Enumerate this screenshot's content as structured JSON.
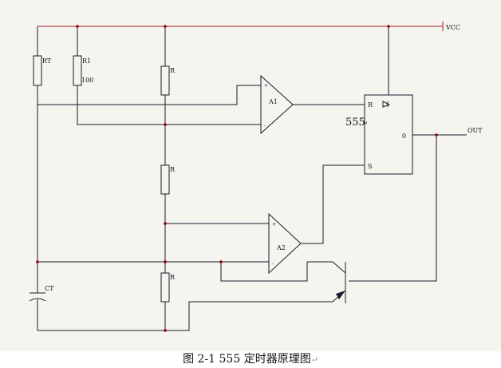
{
  "diagram": {
    "labels": {
      "vcc": "VCC",
      "out": "OUT",
      "rt": "RT",
      "r1": "R1",
      "r1_value": "100",
      "r_top": "R",
      "r_mid": "R",
      "r_bot": "R",
      "a1": "A1",
      "a2": "A2",
      "a1_plus": "+",
      "a1_minus": "-",
      "a2_plus": "+",
      "a2_minus": "-",
      "chip_r": "R",
      "chip_s": "S",
      "chip_o": "0",
      "chip_name": "555",
      "chip_name_mark": "↵",
      "ct": "CT"
    }
  },
  "caption": {
    "text": "图 2-1 555 定时器原理图",
    "mark": "↵"
  }
}
